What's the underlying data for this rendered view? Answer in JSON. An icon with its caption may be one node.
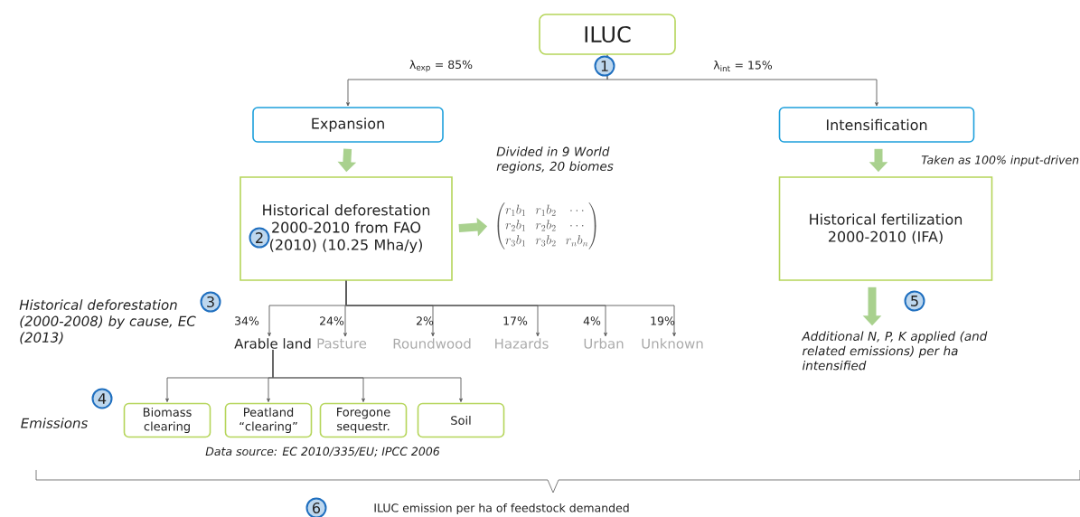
{
  "diagram": {
    "nodes": [
      {
        "text": [
          "ILUC"
        ]
      },
      {
        "text": [
          "Expansion"
        ]
      },
      {
        "text": [
          "Intensification"
        ]
      },
      {
        "text": [
          "Historical deforestation 2000-2010 from FAO (2010) (10.25 Mha/y)"
        ]
      },
      {
        "text": [
          "\\begin{pmatrix} r_1b_1 & r_1b_2 & \\cdots \\\\ r_2b_1 & r_2b_2 & \\cdots \\\\ r_3b_1 & r_3b_2 & r_nb_n \\end{pmatrix}"
        ]
      },
      {
        "text": [
          "Historical fertilization 2000-2010 (IFA)"
        ]
      },
      {
        "text": [
          "Arable land"
        ]
      },
      {
        "text": [
          "Pasture"
        ]
      },
      {
        "text": [
          "Roundwood"
        ]
      },
      {
        "text": [
          "Hazards"
        ]
      },
      {
        "text": [
          "Urban"
        ]
      },
      {
        "text": [
          "Unknown"
        ]
      },
      {
        "text": [
          "Biomass clearing"
        ]
      },
      {
        "text": [
          "Peatland “clearing”"
        ]
      },
      {
        "text": [
          "Foregone sequestr."
        ]
      },
      {
        "text": [
          "Soil"
        ]
      },
      {
        "text": [
          "Additional N, P, K applied (and related emissions) per ha intensified"
        ]
      }
    ],
    "edges": [
      {
        "from": 0,
        "to": 1,
        "arrow": "to",
        "label": "λ$_{exp}$ = 85%"
      },
      {
        "from": 0,
        "to": 2,
        "arrow": "to",
        "label": "λ$_{int}$ = 15%"
      },
      {
        "from": 1,
        "to": 3,
        "arrow": "to",
        "style": "thick",
        "color": "#a9d18e"
      },
      {
        "from": 3,
        "to": 4,
        "arrow": "to",
        "style": "thick",
        "color": "#a9d18e"
      },
      {
        "from": 2,
        "to": 5,
        "arrow": "to",
        "style": "thick",
        "color": "#a9d18e",
        "label": "Taken as 100% input-driven"
      },
      {
        "from": 5,
        "to": 16,
        "arrow": "to",
        "style": "thick",
        "color": "#a9d18e"
      },
      {
        "from": 3,
        "to": 6,
        "arrow": "to",
        "label": "34%"
      },
      {
        "from": 3,
        "to": 7,
        "arrow": "to",
        "label": "24%"
      },
      {
        "from": 3,
        "to": 8,
        "arrow": "to",
        "label": "2%"
      },
      {
        "from": 3,
        "to": 9,
        "arrow": "to",
        "label": "17%"
      },
      {
        "from": 3,
        "to": 10,
        "arrow": "to",
        "label": "4%"
      },
      {
        "from": 3,
        "to": 11,
        "arrow": "to",
        "label": "19%"
      },
      {
        "from": 6,
        "to": 12,
        "arrow": "to"
      },
      {
        "from": 6,
        "to": 13,
        "arrow": "to"
      },
      {
        "from": 6,
        "to": 14,
        "arrow": "to"
      },
      {
        "from": 6,
        "to": 15,
        "arrow": "to"
      }
    ],
    "labels": [
      "1",
      "Divided in 9 World regions, 20 biomes",
      "2",
      "Historical deforestation (2000-2008) by cause, EC (2013)",
      "3",
      "5",
      "4",
      "Emissions",
      "Data source: EC 2010/335/EU; IPCC 2006",
      "6",
      "ILUC emission per ha of feedstock demanded"
    ]
  }
}
